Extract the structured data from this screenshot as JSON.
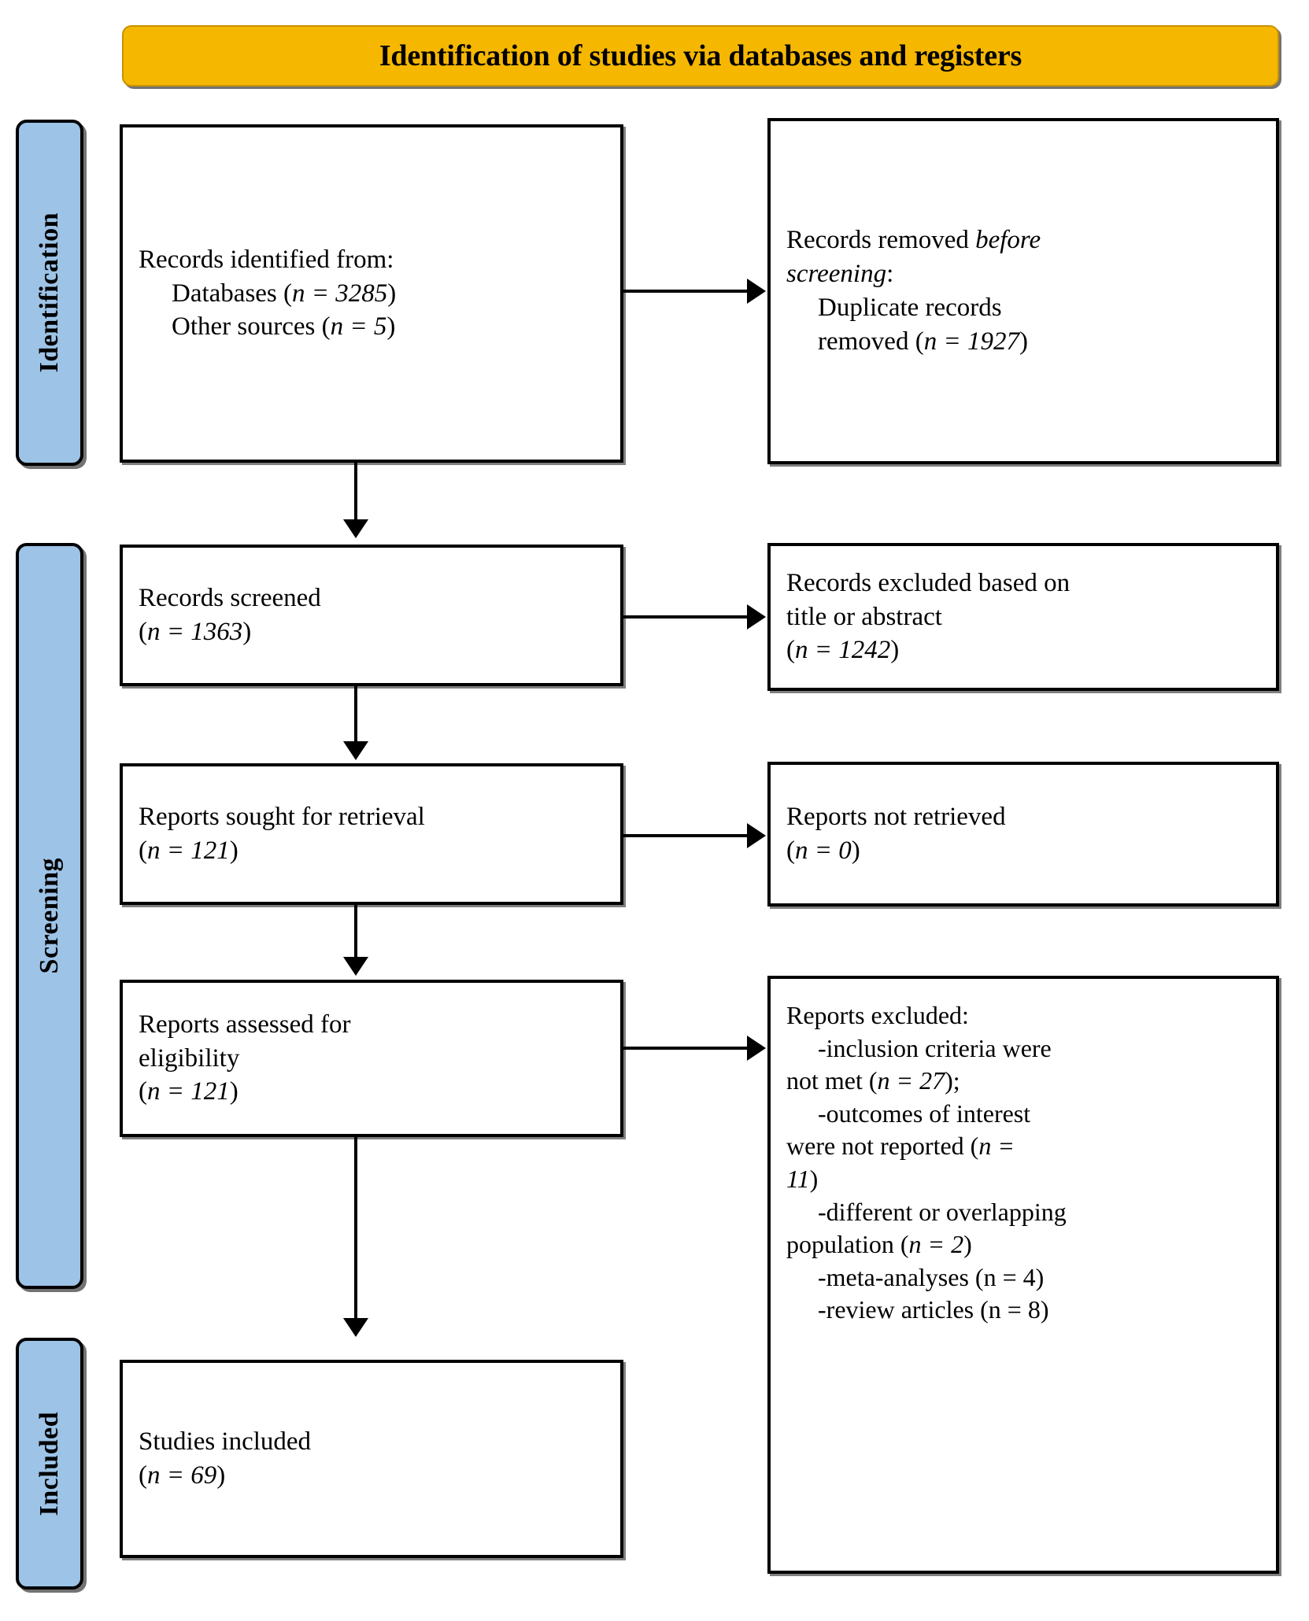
{
  "banner": {
    "title": "Identification of studies via databases and registers",
    "color": "#F5B700"
  },
  "stages": {
    "identification": "Identification",
    "screening": "Screening",
    "included": "Included",
    "color": "#9DC3E6"
  },
  "boxes": {
    "identified": {
      "l1": "Records identified from:",
      "l2_label": "Databases (",
      "l2_n": "n = 3285",
      "l2_close": ")",
      "l3_label": "Other sources (",
      "l3_n": "n = 5",
      "l3_close": ")"
    },
    "removed": {
      "l1a": "Records removed ",
      "l1b": "before",
      "l2a": "screening",
      "l2b": ":",
      "l3": "Duplicate records",
      "l4_label": "removed  (",
      "l4_n": "n = 1927",
      "l4_close": ")"
    },
    "screened": {
      "l1": "Records screened",
      "l2_open": "(",
      "l2_n": "n = 1363",
      "l2_close": ")"
    },
    "excluded_title": {
      "l1": "Records excluded based on",
      "l2": "title or abstract",
      "l3_open": "(",
      "l3_n": "n = 1242",
      "l3_close": ")"
    },
    "sought": {
      "l1": "Reports sought for retrieval",
      "l2_open": "(",
      "l2_n": "n = 121",
      "l2_close": ")"
    },
    "notretrieved": {
      "l1": "Reports not retrieved",
      "l2_open": "(",
      "l2_n": "n = 0",
      "l2_close": ")"
    },
    "assessed": {
      "l1": "Reports assessed for",
      "l2": "eligibility",
      "l3_open": "(",
      "l3_n": "n = 121",
      "l3_close": ")"
    },
    "reports_excluded": {
      "title": "Reports excluded:",
      "r1a": "-inclusion criteria were",
      "r1b": "not met (",
      "r1n": "n = 27",
      "r1c": ");",
      "r2a": "-outcomes of interest",
      "r2b": "were not reported (",
      "r2n": "n =",
      "r2c": "",
      "r2n2": "11",
      "r2d": ")",
      "r3a": "-different or overlapping",
      "r3b": "population (",
      "r3n": "n = 2",
      "r3c": ")",
      "r4": "-meta-analyses  (n = 4)",
      "r5": "-review articles (n = 8)"
    },
    "included": {
      "l1": "Studies included",
      "l2_open": "(",
      "l2_n": "n = 69",
      "l2_close": ")"
    }
  },
  "chart_data": {
    "type": "diagram",
    "title": "PRISMA flow diagram: Identification of studies via databases and registers",
    "nodes": [
      {
        "id": "identified",
        "stage": "Identification",
        "label": "Records identified from: Databases (n = 3285); Other sources (n = 5)",
        "n_databases": 3285,
        "n_other": 5
      },
      {
        "id": "removed",
        "stage": "Identification",
        "label": "Records removed before screening: Duplicate records removed (n = 1927)",
        "n": 1927
      },
      {
        "id": "screened",
        "stage": "Screening",
        "label": "Records screened (n = 1363)",
        "n": 1363
      },
      {
        "id": "excluded_title",
        "stage": "Screening",
        "label": "Records excluded based on title or abstract (n = 1242)",
        "n": 1242
      },
      {
        "id": "sought",
        "stage": "Screening",
        "label": "Reports sought for retrieval (n = 121)",
        "n": 121
      },
      {
        "id": "notretrieved",
        "stage": "Screening",
        "label": "Reports not retrieved (n = 0)",
        "n": 0
      },
      {
        "id": "assessed",
        "stage": "Screening",
        "label": "Reports assessed for eligibility (n = 121)",
        "n": 121
      },
      {
        "id": "reports_excluded",
        "stage": "Screening",
        "label": "Reports excluded",
        "reasons": [
          {
            "reason": "inclusion criteria were not met",
            "n": 27
          },
          {
            "reason": "outcomes of interest were not reported",
            "n": 11
          },
          {
            "reason": "different or overlapping population",
            "n": 2
          },
          {
            "reason": "meta-analyses",
            "n": 4
          },
          {
            "reason": "review articles",
            "n": 8
          }
        ]
      },
      {
        "id": "included",
        "stage": "Included",
        "label": "Studies included (n = 69)",
        "n": 69
      }
    ],
    "edges": [
      {
        "from": "identified",
        "to": "removed",
        "direction": "right"
      },
      {
        "from": "identified",
        "to": "screened",
        "direction": "down"
      },
      {
        "from": "screened",
        "to": "excluded_title",
        "direction": "right"
      },
      {
        "from": "screened",
        "to": "sought",
        "direction": "down"
      },
      {
        "from": "sought",
        "to": "notretrieved",
        "direction": "right"
      },
      {
        "from": "sought",
        "to": "assessed",
        "direction": "down"
      },
      {
        "from": "assessed",
        "to": "reports_excluded",
        "direction": "right"
      },
      {
        "from": "assessed",
        "to": "included",
        "direction": "down"
      }
    ]
  }
}
